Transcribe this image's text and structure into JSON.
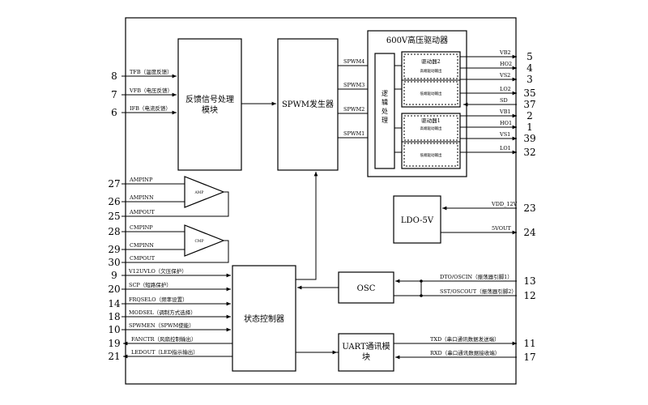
{
  "blocks": {
    "feedback": {
      "line1": "反馈信号处理",
      "line2": "模块"
    },
    "spwm": "SPWM发生器",
    "hv_driver": "600V高压驱动器",
    "logic": {
      "c1": "逻",
      "c2": "辑",
      "c3": "处",
      "c4": "理"
    },
    "driver2": {
      "title": "驱动器2",
      "sub": "高端驱动输出",
      "low": "低端驱动输出"
    },
    "driver1": {
      "title": "驱动器1",
      "sub": "高端驱动输出",
      "low": "低端驱动输出"
    },
    "ldo": "LDO-5V",
    "osc": "OSC",
    "state_ctrl": "状态控制器",
    "uart": {
      "line1": "UART通讯模",
      "line2": "块"
    },
    "amp1_label": "AMP",
    "amp2_label": "CMP"
  },
  "feedback_inputs": [
    {
      "pin": "8",
      "label": "TFB（温度反馈）"
    },
    {
      "pin": "7",
      "label": "VFB（电压反馈）"
    },
    {
      "pin": "6",
      "label": "IFB（电流反馈）"
    }
  ],
  "spwm_outputs": [
    "SPWM4",
    "SPWM3",
    "SPWM2",
    "SPWM1"
  ],
  "driver_pins": [
    {
      "pin": "5",
      "label": "VB2"
    },
    {
      "pin": "4",
      "label": "HO2"
    },
    {
      "pin": "3",
      "label": "VS2"
    },
    {
      "pin": "35",
      "label": "LO2"
    },
    {
      "pin": "37",
      "label": "SD"
    },
    {
      "pin": "2",
      "label": "VB1"
    },
    {
      "pin": "1",
      "label": "HO1"
    },
    {
      "pin": "39",
      "label": "VS1"
    },
    {
      "pin": "32",
      "label": "LO1"
    }
  ],
  "amp_pins": [
    {
      "pin": "27",
      "label": "AMPINP"
    },
    {
      "pin": "26",
      "label": "AMPINN"
    },
    {
      "pin": "25",
      "label": "AMPOUT"
    }
  ],
  "cmp_pins": [
    {
      "pin": "28",
      "label": "CMPINP"
    },
    {
      "pin": "29",
      "label": "CMPINN"
    },
    {
      "pin": "30",
      "label": "CMPOUT"
    }
  ],
  "ldo_pins": [
    {
      "pin": "23",
      "label": "VDD_12V"
    },
    {
      "pin": "24",
      "label": "5VOUT"
    }
  ],
  "osc_pins": [
    {
      "pin": "13",
      "label": "DTO/OSCIN（振荡器引脚1）"
    },
    {
      "pin": "12",
      "label": "SST/OSCOUT（振荡器引脚2）"
    }
  ],
  "uart_pins": [
    {
      "pin": "11",
      "label": "TXD（串口通讯数据发送端）"
    },
    {
      "pin": "17",
      "label": "RXD（串口通讯数据接收端）"
    }
  ],
  "ctrl_pins": [
    {
      "pin": "9",
      "label": "V12UVLO（欠压保护）"
    },
    {
      "pin": "20",
      "label": "SCP（短路保护）"
    },
    {
      "pin": "14",
      "label": "FRQSELO（频率设置）"
    },
    {
      "pin": "18",
      "label": "MODSEL（调制方式选择）"
    },
    {
      "pin": "10",
      "label": "SPWMEN（SPWM使能）"
    },
    {
      "pin": "19",
      "label": "FANCTR（风扇控制输出）"
    },
    {
      "pin": "21",
      "label": "LEDOUT（LED指示输出）"
    }
  ]
}
